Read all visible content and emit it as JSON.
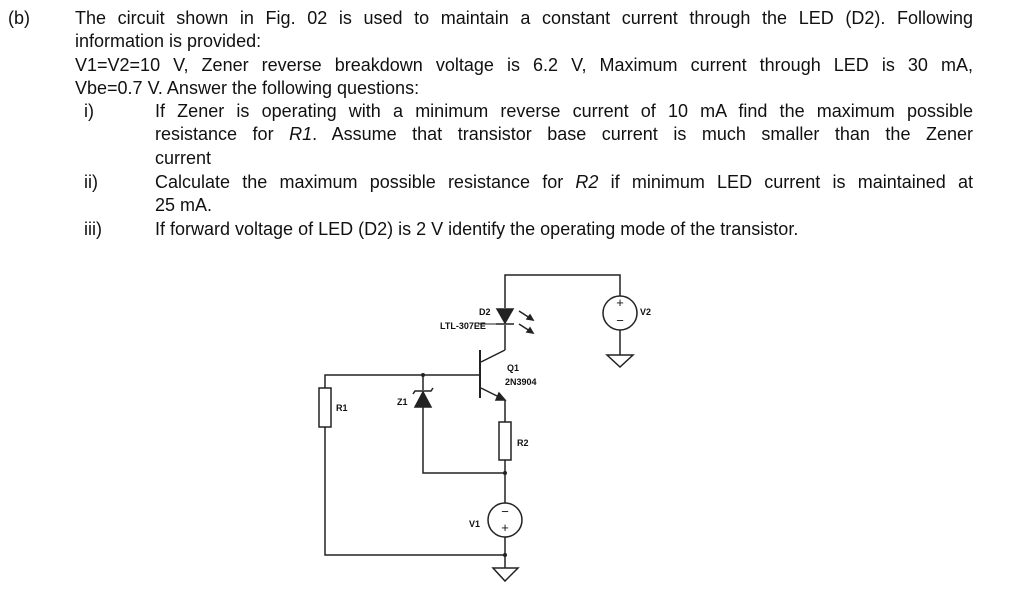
{
  "question": {
    "label": "(b)",
    "intro_lines": [
      "The circuit shown in Fig. 02 is used to maintain a constant current through the LED (D2). Following",
      "information is provided:",
      "V1=V2=10 V, Zener reverse breakdown voltage is 6.2 V, Maximum current through LED is 30 mA,",
      "Vbe=0.7 V. Answer the following questions:"
    ],
    "parts": [
      {
        "num": "i)",
        "line1": "If Zener is operating with a minimum reverse current of 10 mA find the maximum possible",
        "line2_a": "resistance for ",
        "line2_i": "R1",
        "line2_b": ". Assume that transistor base current is much smaller than the Zener",
        "line3": "current"
      },
      {
        "num": "ii)",
        "line1_a": "Calculate the maximum possible resistance for ",
        "line1_i": "R2",
        "line1_b": " if minimum LED current is maintained at",
        "line2": "25 mA."
      },
      {
        "num": "iii)",
        "line1": "If forward voltage of LED (D2) is 2 V identify the operating mode of the transistor."
      }
    ]
  },
  "circuit": {
    "d2_label": "D2",
    "d2_part": "LTL-307EE",
    "q1_label": "Q1",
    "q1_part": "2N3904",
    "r1_label": "R1",
    "r2_label": "R2",
    "z1_label": "Z1",
    "v1_label": "V1",
    "v2_label": "V2",
    "plus": "+",
    "minus": "−"
  }
}
